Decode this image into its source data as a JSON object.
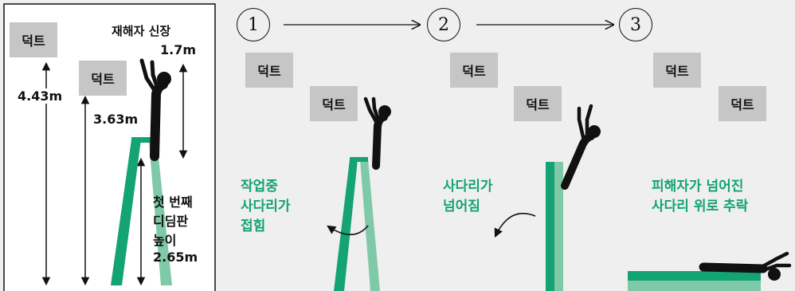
{
  "colors": {
    "background": "#efefef",
    "panel": "#ffffff",
    "duct": "#c6c6c6",
    "ladder_dark": "#13a374",
    "ladder_light": "#7fc9a8",
    "caption_green": "#13a374",
    "ink": "#111111"
  },
  "left_panel": {
    "duct_upper": "덕트",
    "duct_lower": "덕트",
    "victim_height_title": "재해자 신장",
    "victim_height_value": "1.7m",
    "height_upper_duct": "4.43m",
    "height_lower_duct": "3.63m",
    "first_rung_label_1": "첫 번째",
    "first_rung_label_2": "디딤판",
    "first_rung_label_3": "높이",
    "first_rung_value": "2.65m"
  },
  "steps": [
    "1",
    "2",
    "3"
  ],
  "scene1": {
    "duct_upper": "덕트",
    "duct_lower": "덕트",
    "caption_1": "작업중",
    "caption_2": "사다리가",
    "caption_3": "접힘"
  },
  "scene2": {
    "duct_upper": "덕트",
    "duct_lower": "덕트",
    "caption_1": "사다리가",
    "caption_2": "넘어짐"
  },
  "scene3": {
    "duct_upper": "덕트",
    "duct_lower": "덕트",
    "caption_1": "피해자가 넘어진",
    "caption_2": "사다리 위로 추락"
  }
}
